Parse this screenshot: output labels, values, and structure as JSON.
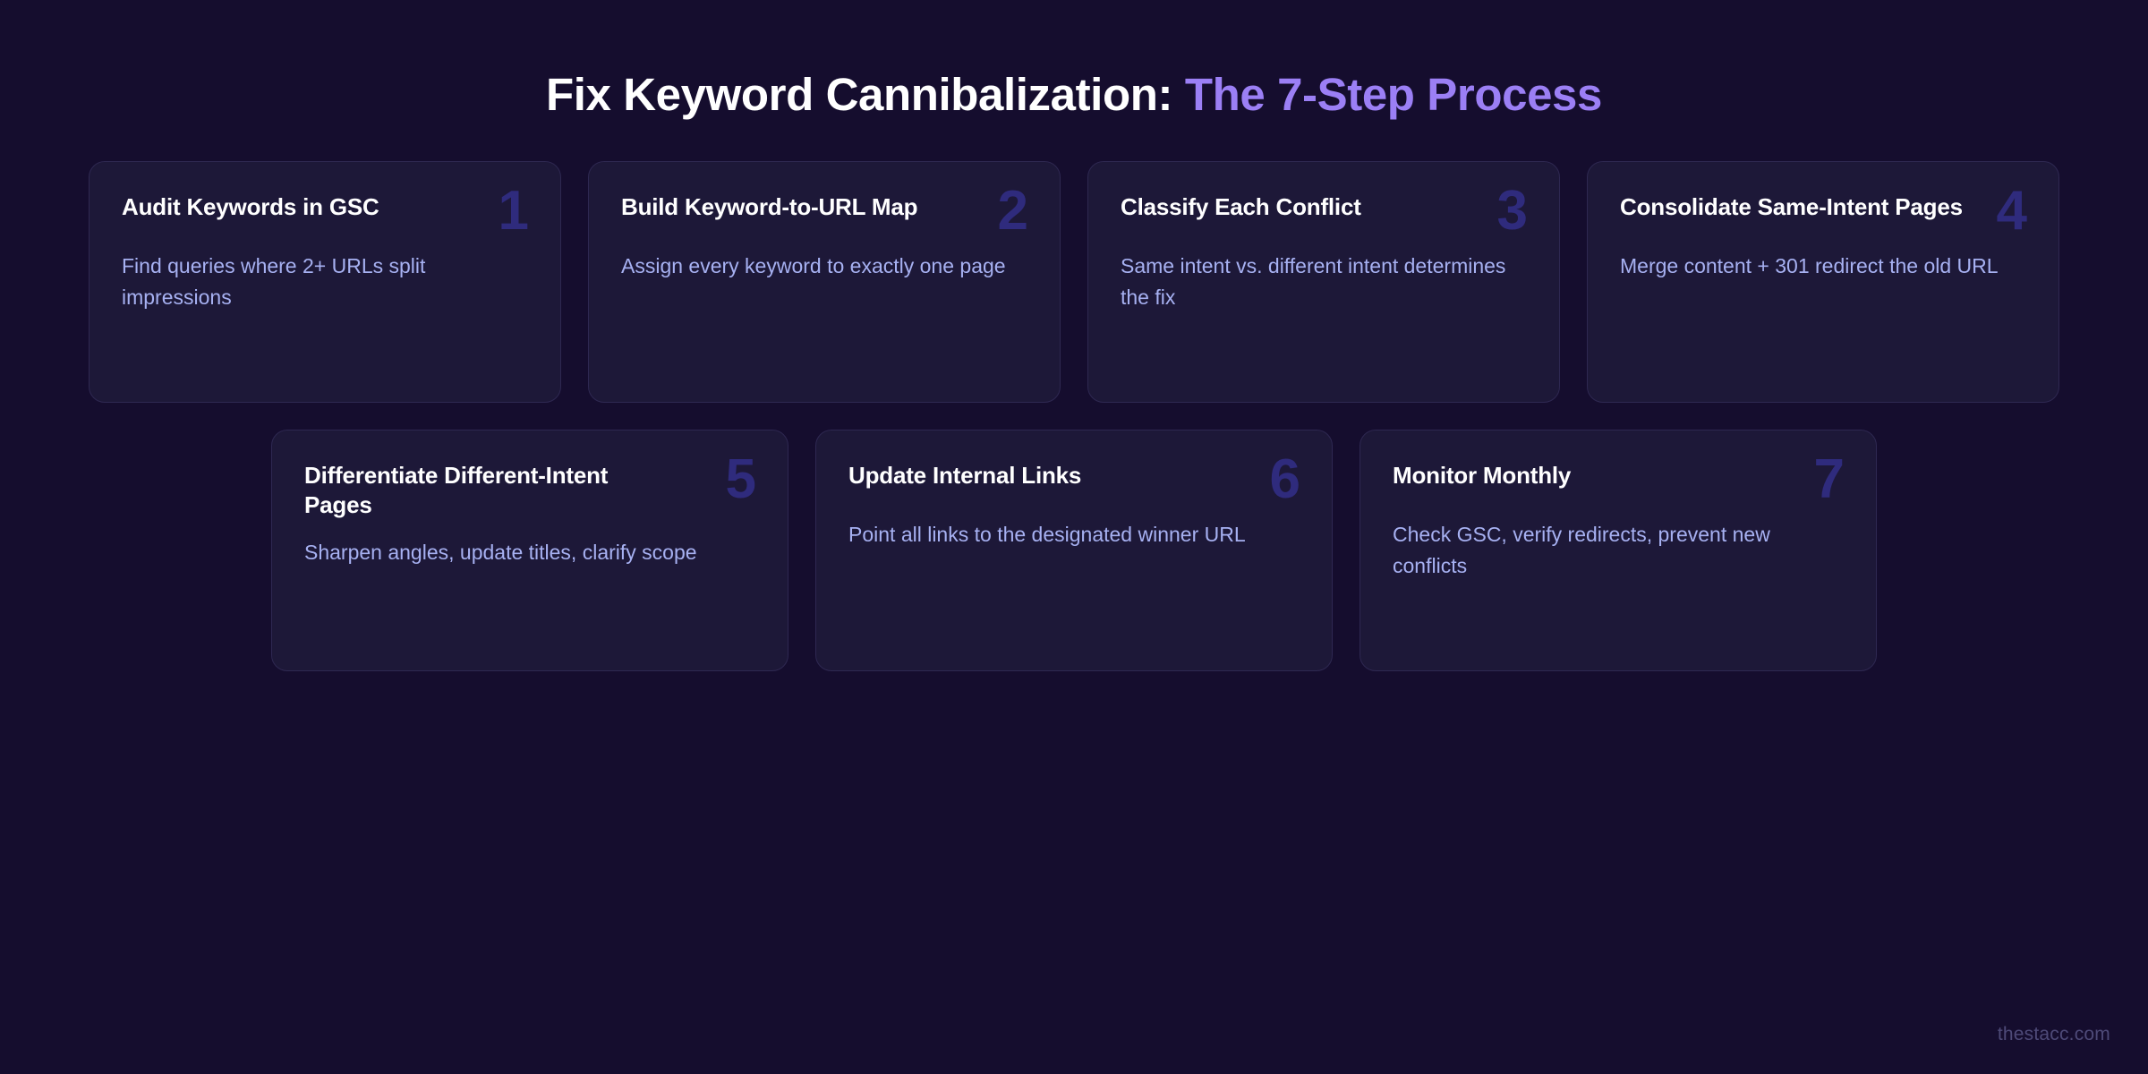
{
  "header": {
    "title_main": "Fix Keyword Cannibalization:",
    "title_accent": "The 7-Step Process"
  },
  "colors": {
    "page_background": "#150d2e",
    "card_background": "#1d1838",
    "card_border": "#2e2851",
    "title_text": "#ffffff",
    "title_accent": "#9b7ff5",
    "card_number": "#2f2b7d",
    "card_description": "#a7b1f2",
    "watermark": "#4e4a78"
  },
  "steps": [
    {
      "number": "1",
      "title": "Audit Keywords in GSC",
      "description": "Find queries where 2+ URLs split impressions"
    },
    {
      "number": "2",
      "title": "Build Keyword-to-URL Map",
      "description": "Assign every keyword to exactly one page"
    },
    {
      "number": "3",
      "title": "Classify Each Conflict",
      "description": "Same intent vs. different intent determines the fix"
    },
    {
      "number": "4",
      "title": "Consolidate Same-Intent Pages",
      "description": "Merge content + 301 redirect the old URL"
    },
    {
      "number": "5",
      "title": "Differentiate Different-Intent Pages",
      "description": "Sharpen angles, update titles, clarify scope"
    },
    {
      "number": "6",
      "title": "Update Internal Links",
      "description": "Point all links to the designated winner URL"
    },
    {
      "number": "7",
      "title": "Monitor Monthly",
      "description": "Check GSC, verify redirects, prevent new conflicts"
    }
  ],
  "footer": {
    "watermark": "thestacc.com"
  }
}
